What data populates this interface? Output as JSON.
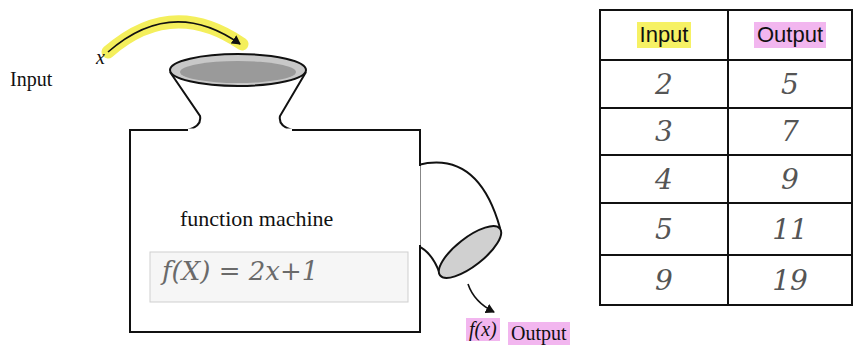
{
  "diagram": {
    "nodes": [
      {
        "text": [
          "function machine",
          "f(X) = 2x+1"
        ]
      }
    ],
    "labels": [
      "Input",
      "x",
      "f(x)",
      "Output",
      "Input",
      "Output",
      "2",
      "5",
      "3",
      "7",
      "4",
      "9",
      "5",
      "11",
      "9",
      "19"
    ]
  }
}
